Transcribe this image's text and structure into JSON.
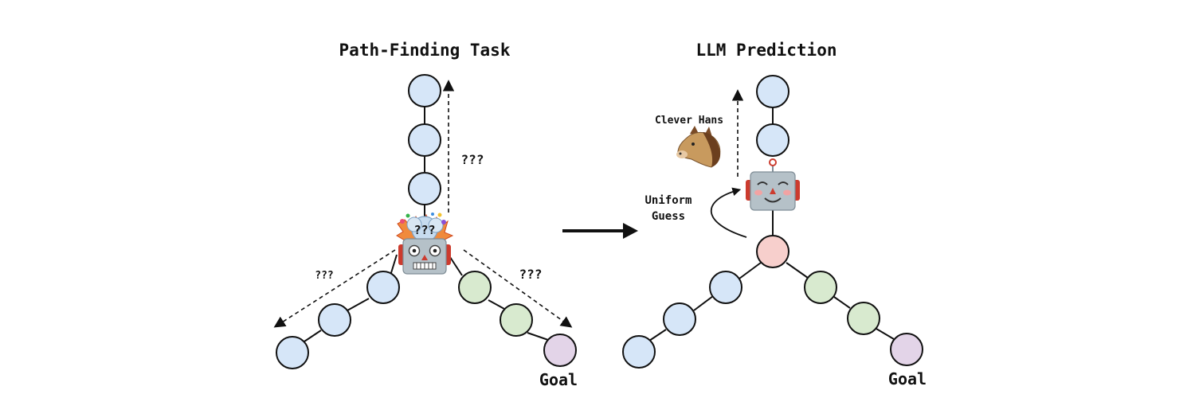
{
  "left_panel": {
    "title": "Path-Finding Task",
    "confusion_label": "???",
    "up_label": "???",
    "left_label": "???",
    "right_label": "???",
    "goal_label": "Goal"
  },
  "right_panel": {
    "title": "LLM Prediction",
    "clever_hans_label": "Clever Hans",
    "uniform_label_line1": "Uniform",
    "uniform_label_line2": "Guess",
    "goal_label": "Goal"
  },
  "colors": {
    "blue_node": "#d6e6f8",
    "green_node": "#d8eacf",
    "purple_node": "#e3d4e8",
    "pink_node": "#f7cfcc",
    "robot_gray": "#b5c1c8",
    "robot_red": "#cc3b2e"
  },
  "icons": {
    "left_robot": "exploding-robot-icon",
    "right_robot": "happy-robot-icon",
    "horse": "horse-face-icon",
    "arrow": "right-arrow-icon"
  }
}
